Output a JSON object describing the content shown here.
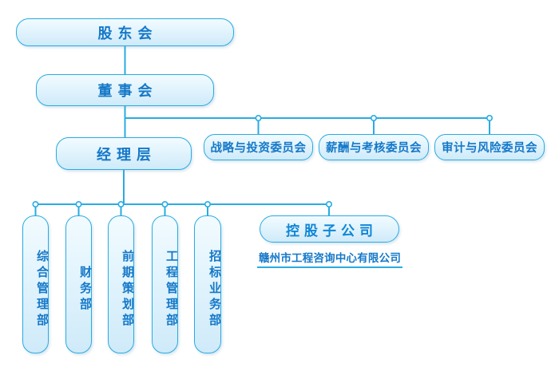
{
  "chart_title": "",
  "theme": {
    "line_color": "#29ABE2",
    "box_border": "#29ABE2",
    "box_fill_top": "#f2fbff",
    "box_fill_bottom": "#cfeaf9",
    "text_color": "#1578C8",
    "background": "#ffffff"
  },
  "nodes": {
    "shareholders": {
      "label": "股东会"
    },
    "board": {
      "label": "董事会"
    },
    "manager": {
      "label": "经理层"
    },
    "subsidiary": {
      "label": "控股子公司",
      "caption": "赣州市工程咨询中心有限公司"
    }
  },
  "committees": [
    {
      "label": "战略与投资委员会"
    },
    {
      "label": "薪酬与考核委员会"
    },
    {
      "label": "审计与风险委员会"
    }
  ],
  "departments": [
    {
      "label": "综合管理部"
    },
    {
      "label": "财务部"
    },
    {
      "label": "前期策划部"
    },
    {
      "label": "工程管理部"
    },
    {
      "label": "招标业务部"
    }
  ]
}
